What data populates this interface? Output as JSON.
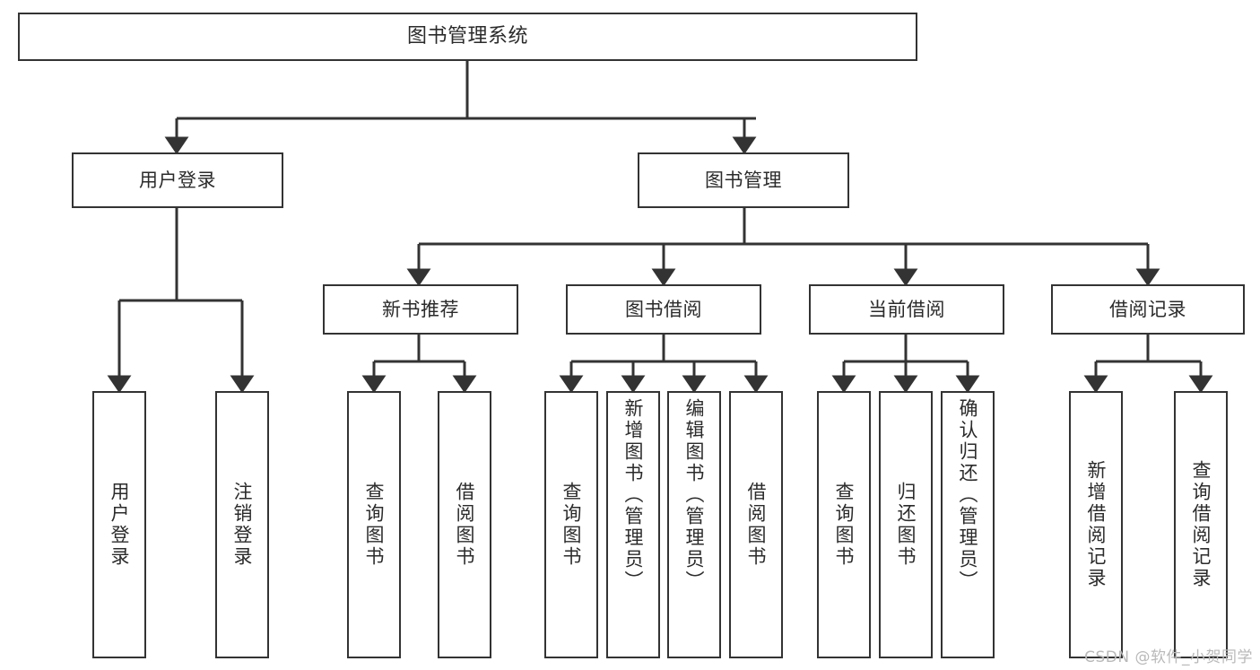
{
  "diagram": {
    "title": "图书管理系统",
    "watermark": "CSDN @软件_小贺同学",
    "colors": {
      "box_border": "#333333",
      "box_fill": "#ffffff",
      "connector": "#333333",
      "text": "#2b2b2b",
      "watermark": "#b9b9b9"
    },
    "levels": {
      "root": "图书管理系统",
      "level2": [
        "用户登录",
        "图书管理"
      ],
      "level3": [
        "新书推荐",
        "图书借阅",
        "当前借阅",
        "借阅记录"
      ]
    },
    "nodes": {
      "root": "图书管理系统",
      "user_login": "用户登录",
      "book_management": "图书管理",
      "new_book_recommend": "新书推荐",
      "book_borrow": "图书借阅",
      "current_borrow": "当前借阅",
      "borrow_record": "借阅记录",
      "leaf_user_login": "用户登录",
      "leaf_logout_login": "注销登录",
      "leaf_query_book_1": "查询图书",
      "leaf_borrow_book_1": "借阅图书",
      "leaf_query_book_2": "查询图书",
      "leaf_add_book_admin": "新增图书（管理员）",
      "leaf_edit_book_admin": "编辑图书（管理员）",
      "leaf_borrow_book_2": "借阅图书",
      "leaf_query_book_3": "查询图书",
      "leaf_return_book": "归还图书",
      "leaf_confirm_return_admin": "确认归还（管理员）",
      "leaf_add_borrow_record": "新增借阅记录",
      "leaf_query_borrow_record": "查询借阅记录"
    }
  }
}
